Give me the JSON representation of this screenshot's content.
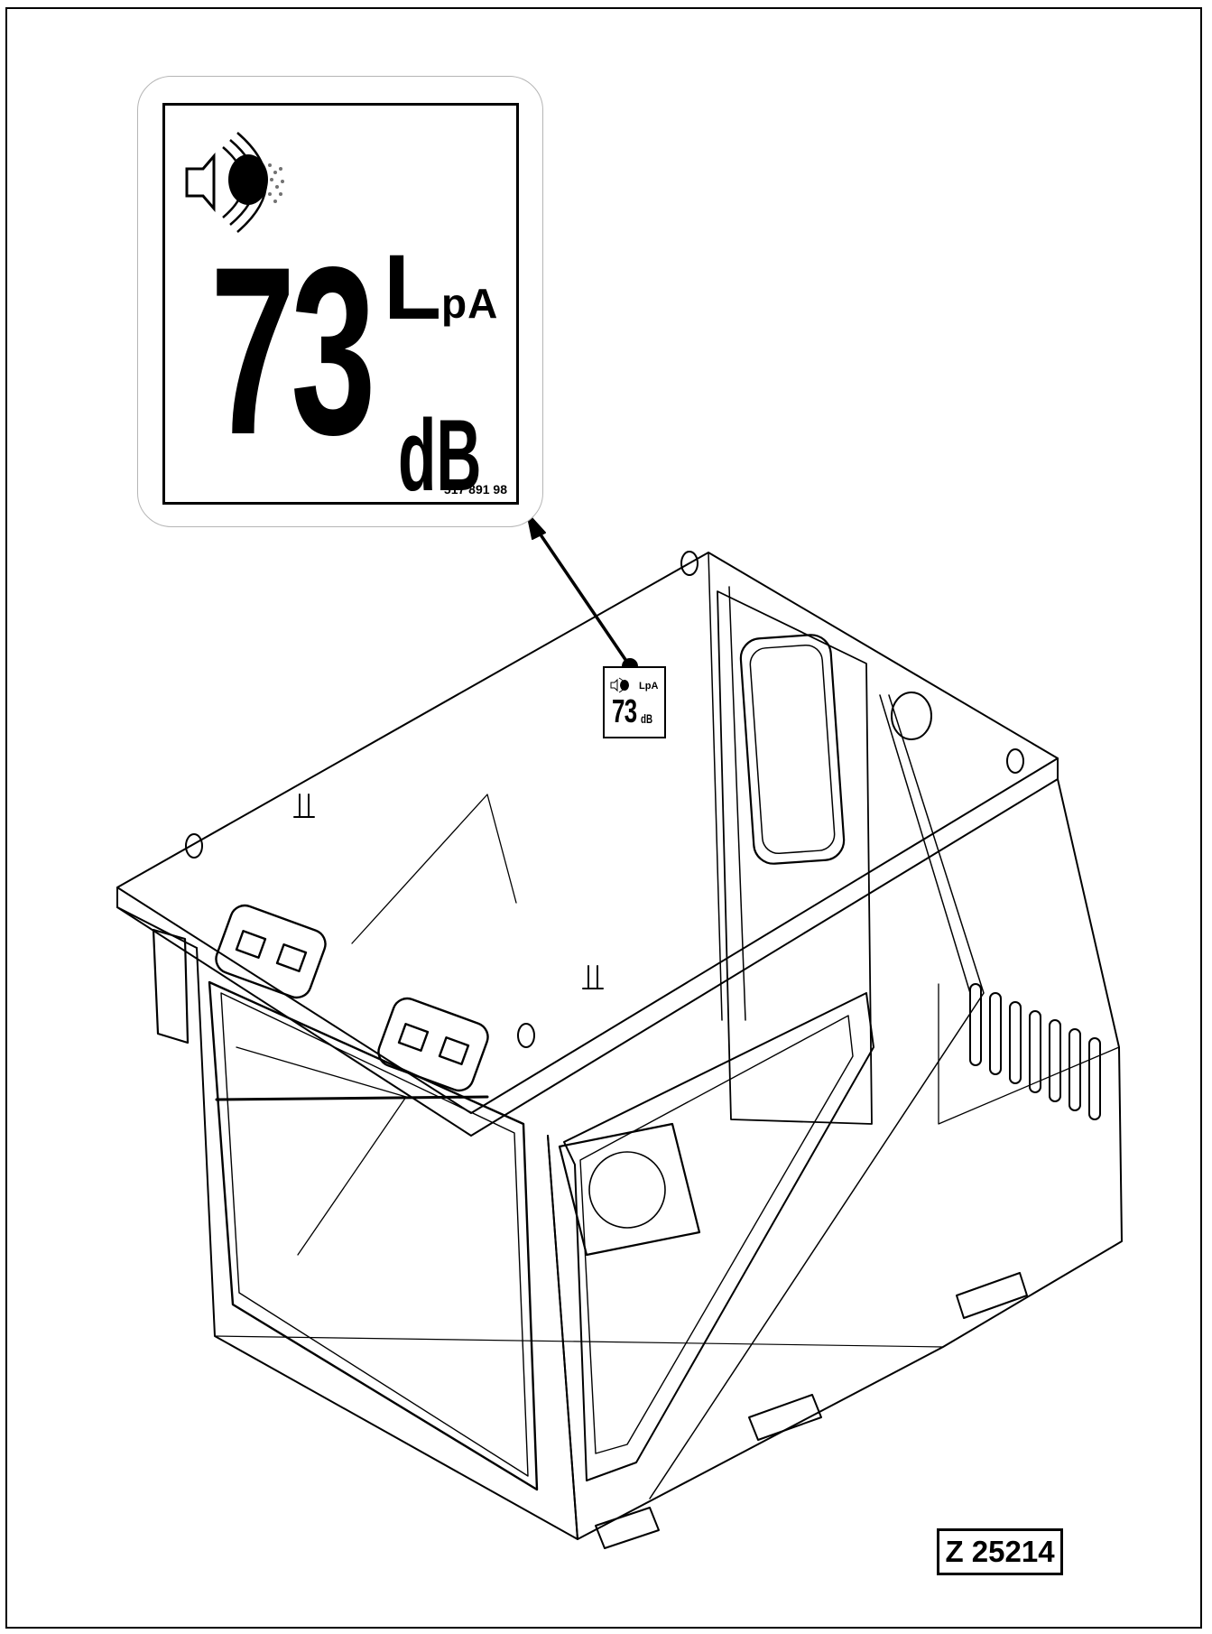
{
  "label": {
    "symbol_L": "L",
    "symbol_sub": "pA",
    "value": "73",
    "unit": "dB",
    "part_number": "517 891 98",
    "icon": "speaker-sound-icon"
  },
  "mini_label": {
    "symbol": "LpA",
    "value": "73",
    "unit": "dB"
  },
  "figure_id": "Z 25214",
  "colors": {
    "ink": "#000000",
    "paper": "#ffffff",
    "callout_border": "#b5b5b5"
  }
}
